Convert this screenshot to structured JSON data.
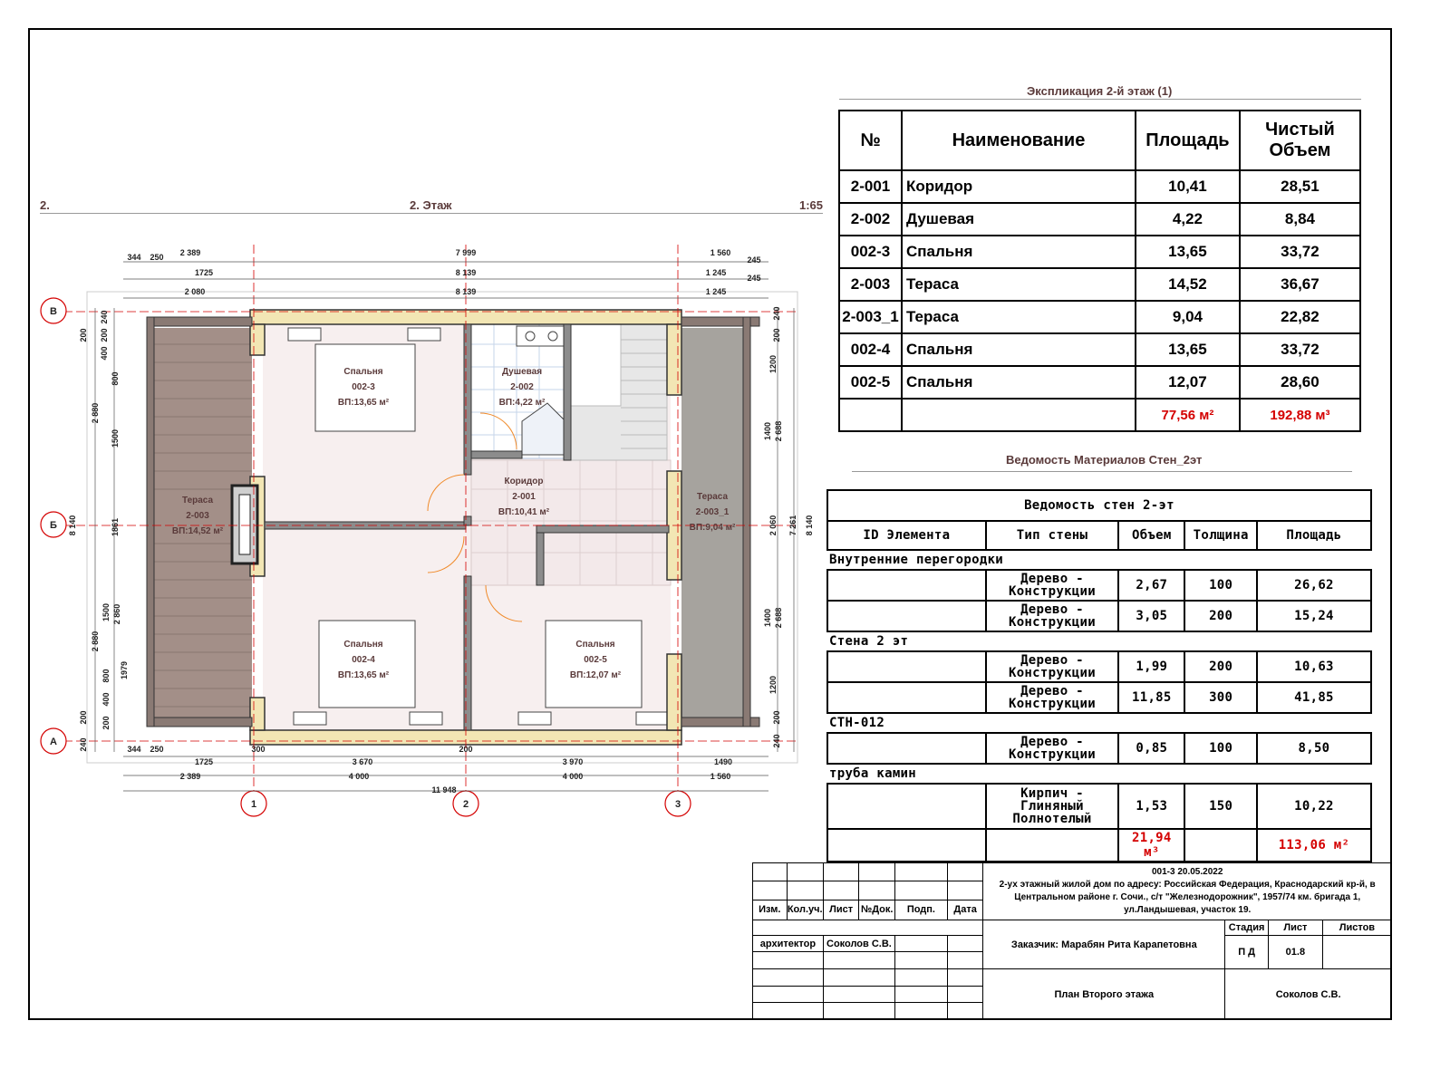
{
  "plan": {
    "sheet_number": "2.",
    "title": "2. Этаж",
    "scale": "1:65",
    "axes_letters": [
      "В",
      "Б",
      "А"
    ],
    "axes_numbers": [
      "1",
      "2",
      "3"
    ],
    "top_dims": {
      "row1": [
        "344",
        "250",
        "2 389",
        "7 999",
        "1 560",
        "245"
      ],
      "row2": [
        "1725",
        "8 139",
        "1 245",
        "245"
      ],
      "row3": [
        "2 080",
        "8 139",
        "1 245"
      ]
    },
    "bottom_dims": {
      "row1": [
        "344",
        "250",
        "1725",
        "300",
        "3 670",
        "200",
        "3 970",
        "1490"
      ],
      "row2": [
        "2 389",
        "4 000",
        "4 000",
        "1 560"
      ],
      "row3": [
        "11 948"
      ]
    },
    "left_dims": {
      "outer": [
        "240",
        "200",
        "200",
        "400",
        "800",
        "2 880",
        "1500",
        "1861",
        "1500",
        "2 860",
        "2 880",
        "800",
        "400",
        "200",
        "200",
        "240"
      ],
      "total": "8 140",
      "mid": "1979"
    },
    "right_dims": {
      "inner": [
        "240",
        "200",
        "1200",
        "1400",
        "2 688",
        "2 060",
        "1400",
        "2 688",
        "1200",
        "200",
        "240"
      ],
      "mid": "7 261",
      "total": "8 140"
    },
    "rooms": [
      {
        "name": "Спальня",
        "id": "002-3",
        "area": "ВП:13,65 м²"
      },
      {
        "name": "Душевая",
        "id": "2-002",
        "area": "ВП:4,22 м²"
      },
      {
        "name": "Коридор",
        "id": "2-001",
        "area": "ВП:10,41 м²"
      },
      {
        "name": "Тераса",
        "id": "2-003",
        "area": "ВП:14,52 м²"
      },
      {
        "name": "Тераса",
        "id": "2-003_1",
        "area": "ВП:9,04 м²"
      },
      {
        "name": "Спальня",
        "id": "002-4",
        "area": "ВП:13,65 м²"
      },
      {
        "name": "Спальня",
        "id": "002-5",
        "area": "ВП:12,07 м²"
      }
    ]
  },
  "explication": {
    "title": "Экспликация 2-й этаж (1)",
    "headers": [
      "№",
      "Наименование",
      "Площадь",
      "Чистый Объем"
    ],
    "rows": [
      [
        "2-001",
        "Коридор",
        "10,41",
        "28,51"
      ],
      [
        "2-002",
        "Душевая",
        "4,22",
        "8,84"
      ],
      [
        "002-3",
        "Спальня",
        "13,65",
        "33,72"
      ],
      [
        "2-003",
        "Тераса",
        "14,52",
        "36,67"
      ],
      [
        "2-003_1",
        "Тераса",
        "9,04",
        "22,82"
      ],
      [
        "002-4",
        "Спальня",
        "13,65",
        "33,72"
      ],
      [
        "002-5",
        "Спальня",
        "12,07",
        "28,60"
      ]
    ],
    "total_area": "77,56 м²",
    "total_volume": "192,88 м³"
  },
  "materials": {
    "title": "Ведомость Материалов Стен_2эт",
    "table_title": "Ведомость стен 2-эт",
    "headers": [
      "ID Элемента",
      "Тип стены",
      "Объем",
      "Толщина",
      "Площадь"
    ],
    "groups": [
      {
        "name": "Внутренние перегородки",
        "rows": [
          [
            "",
            "Дерево - Конструкции",
            "2,67",
            "100",
            "26,62"
          ],
          [
            "",
            "Дерево - Конструкции",
            "3,05",
            "200",
            "15,24"
          ]
        ]
      },
      {
        "name": "Стена 2 эт",
        "rows": [
          [
            "",
            "Дерево - Конструкции",
            "1,99",
            "200",
            "10,63"
          ],
          [
            "",
            "Дерево - Конструкции",
            "11,85",
            "300",
            "41,85"
          ]
        ]
      },
      {
        "name": "СТН-012",
        "rows": [
          [
            "",
            "Дерево - Конструкции",
            "0,85",
            "100",
            "8,50"
          ]
        ]
      },
      {
        "name": "труба камин",
        "rows": [
          [
            "",
            "Кирпич - Глиняный Полнотелый",
            "1,53",
            "150",
            "10,22"
          ]
        ]
      }
    ],
    "total_volume": "21,94 м³",
    "total_area": "113,06 м²"
  },
  "title_block": {
    "col_headers": [
      "Изм.",
      "Кол.уч.",
      "Лист",
      "№Док.",
      "Подп.",
      "Дата"
    ],
    "role": "архитектор",
    "person": "Соколов С.В.",
    "doc_code": "001-3 20.05.2022",
    "project": "2-ух этажный жилой дом по адресу: Российская Федерация, Краснодарский кр-й, в Центральном районе г. Сочи., с/т \"Железнодорожник\", 1957/74 км. бригада 1, ул.Ландышевая, участок 19.",
    "customer": "Заказчик: Марабян Рита Карапетовна",
    "stage_label": "Стадия",
    "sheet_label": "Лист",
    "sheets_label": "Листов",
    "stage": "П Д",
    "sheet": "01.8",
    "sheets": "",
    "drawing_name": "План Второго этажа",
    "author": "Соколов С.В."
  },
  "colors": {
    "wall": "#f2e6b4",
    "terrace": "#a38f88",
    "room_fill": "#f7efef",
    "axis": "#d40000",
    "dim": "#333"
  }
}
